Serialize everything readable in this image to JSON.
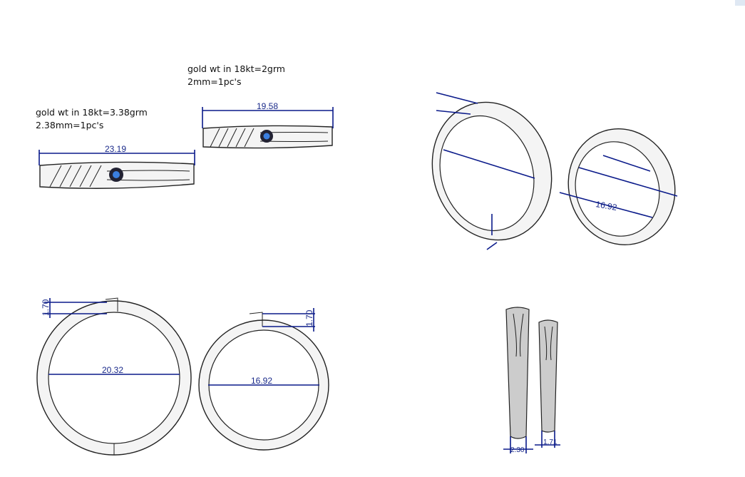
{
  "notes": {
    "large_ring": {
      "weight": "gold wt in 18kt=3.38grm",
      "pieces": "2.38mm=1pc's"
    },
    "small_ring": {
      "weight": "gold wt in 18kt=2grm",
      "pieces": "2mm=1pc's"
    }
  },
  "dimensions": {
    "large_length": "23.19",
    "small_length": "19.58",
    "large_diameter": "20.32",
    "small_diameter": "16.92",
    "large_height": "1.70",
    "small_height": "1.70",
    "large_width": "2.30",
    "small_width": "1.71",
    "iso_small_diameter": "16.92"
  },
  "colors": {
    "dimension": "#0a1a8a",
    "stone": "#3b7fe0"
  }
}
